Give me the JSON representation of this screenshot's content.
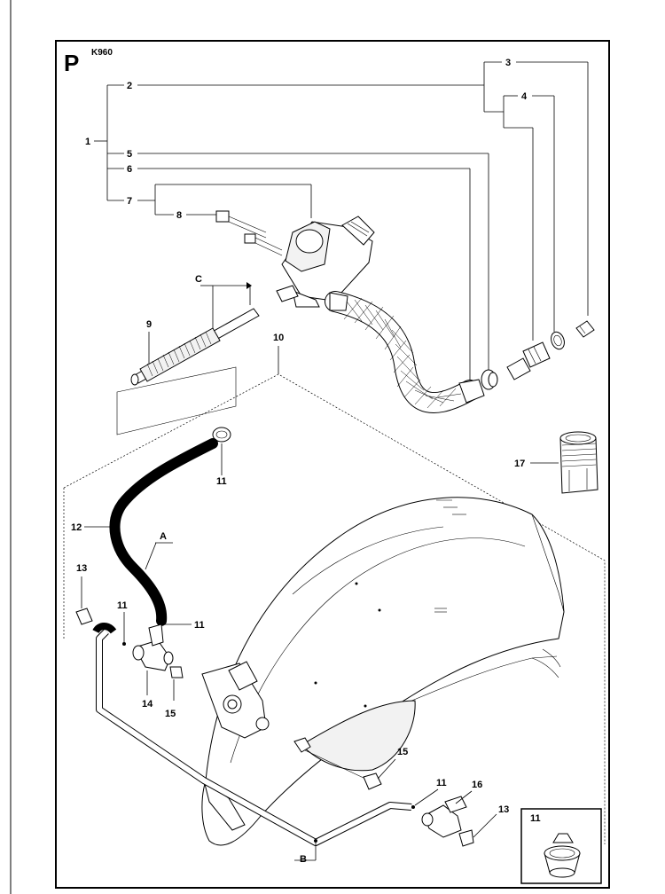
{
  "header": {
    "section_letter": "P",
    "model": "K960"
  },
  "callouts": {
    "c1": "1",
    "c2": "2",
    "c3": "3",
    "c4": "4",
    "c5": "5",
    "c6": "6",
    "c7": "7",
    "c8": "8",
    "c9": "9",
    "c10": "10",
    "c11": "11",
    "c12": "12",
    "c13": "13",
    "c14": "14",
    "c15": "15",
    "c16": "16",
    "c17": "17",
    "detailA": "A",
    "detailB": "B",
    "detailC": "C"
  },
  "inset": {
    "label": "11"
  }
}
